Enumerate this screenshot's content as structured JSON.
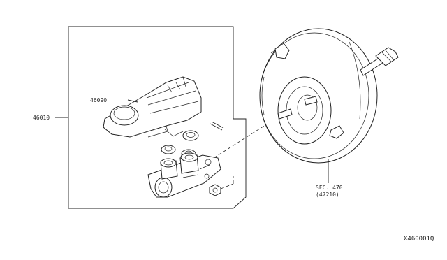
{
  "labels": {
    "assembly": "46010",
    "reservoir": "46090",
    "section_line1": "SEC. 470",
    "section_line2": "(47210)",
    "diagram_code": "X460001Q"
  }
}
